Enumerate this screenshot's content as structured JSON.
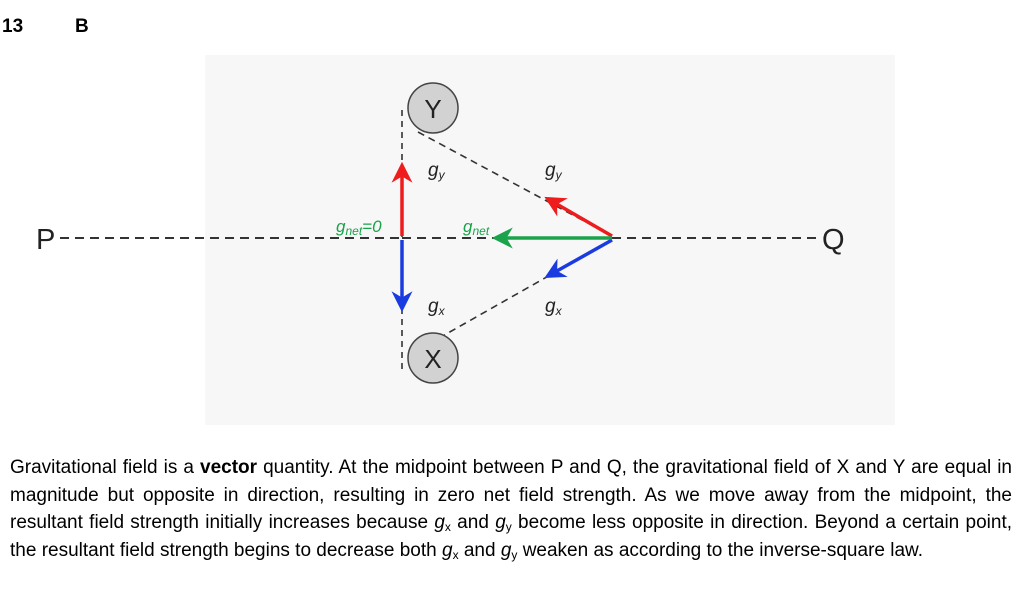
{
  "header": {
    "question_number": "13",
    "answer": "B"
  },
  "diagram": {
    "points": {
      "p": "P",
      "q": "Q"
    },
    "masses": {
      "y": "Y",
      "x": "X"
    },
    "left_labels": {
      "gy": "g",
      "gy_sub": "y",
      "gx": "g",
      "gx_sub": "x",
      "gnet": "g",
      "gnet_sub": "net",
      "gnet_eq": "=0"
    },
    "right_labels": {
      "gy": "g",
      "gy_sub": "y",
      "gx": "g",
      "gx_sub": "x",
      "gnet": "g",
      "gnet_sub": "net"
    },
    "colors": {
      "gy": "#ee1c1c",
      "gx": "#1a3be0",
      "gnet": "#1aa34a",
      "label_green": "#1aa34a",
      "mass_fill": "#d2d2d2"
    }
  },
  "explanation": {
    "s1_pre": "Gravitational field is a ",
    "s1_bold": "vector",
    "s1_post": " quantity. At the midpoint between P and Q, the gravitational field of X and Y are equal in magnitude but opposite in direction, resulting in zero net field strength. As we move away from the midpoint, the resultant field strength initially increases because ",
    "g1": "g",
    "sub_x": "x",
    "and1": " and ",
    "g2": "g",
    "sub_y": "y",
    "s2": " become less opposite in direction. Beyond a certain point, the resultant field strength begins to decrease both ",
    "g3": "g",
    "sub_x2": "x",
    "and2": " and ",
    "g4": "g",
    "sub_y2": "y",
    "s3": " weaken as according to the inverse-square law."
  }
}
